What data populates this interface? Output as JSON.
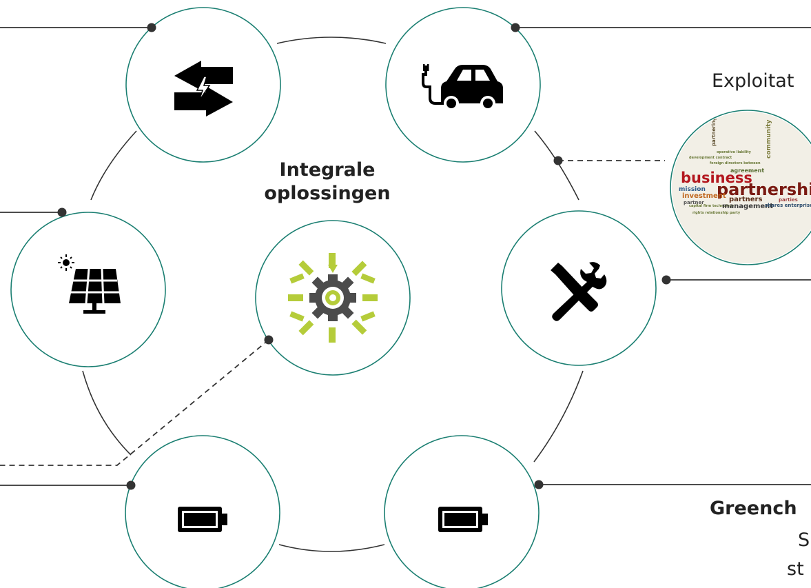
{
  "center": {
    "title_line1": "Integrale",
    "title_line2": "oplossingen",
    "icon": "gear-converging-arrows-icon"
  },
  "nodes": [
    {
      "id": "energy-exchange",
      "icon": "energy-exchange-arrows-icon"
    },
    {
      "id": "ev-charging",
      "icon": "electric-car-icon"
    },
    {
      "id": "solar",
      "icon": "solar-panel-icon"
    },
    {
      "id": "maintenance",
      "icon": "wrench-screwdriver-icon"
    },
    {
      "id": "storage-left",
      "icon": "battery-icon"
    },
    {
      "id": "storage-right",
      "icon": "battery-icon"
    }
  ],
  "labels": {
    "exploitation": "Exploitat",
    "greencharge_title": "Greench",
    "greencharge_line1": "S",
    "greencharge_line2": "st"
  },
  "partnership_image": {
    "words": [
      "business",
      "partnership",
      "investment",
      "partners",
      "management",
      "mission",
      "contract",
      "agreement",
      "directors",
      "liability",
      "shares",
      "enterprise"
    ],
    "icon": "business-partnership-wordcloud"
  },
  "colors": {
    "circle_stroke": "#1b7f72",
    "accent_green": "#b5cc3a",
    "gear_gray": "#4c4c4c",
    "line": "#333333"
  }
}
